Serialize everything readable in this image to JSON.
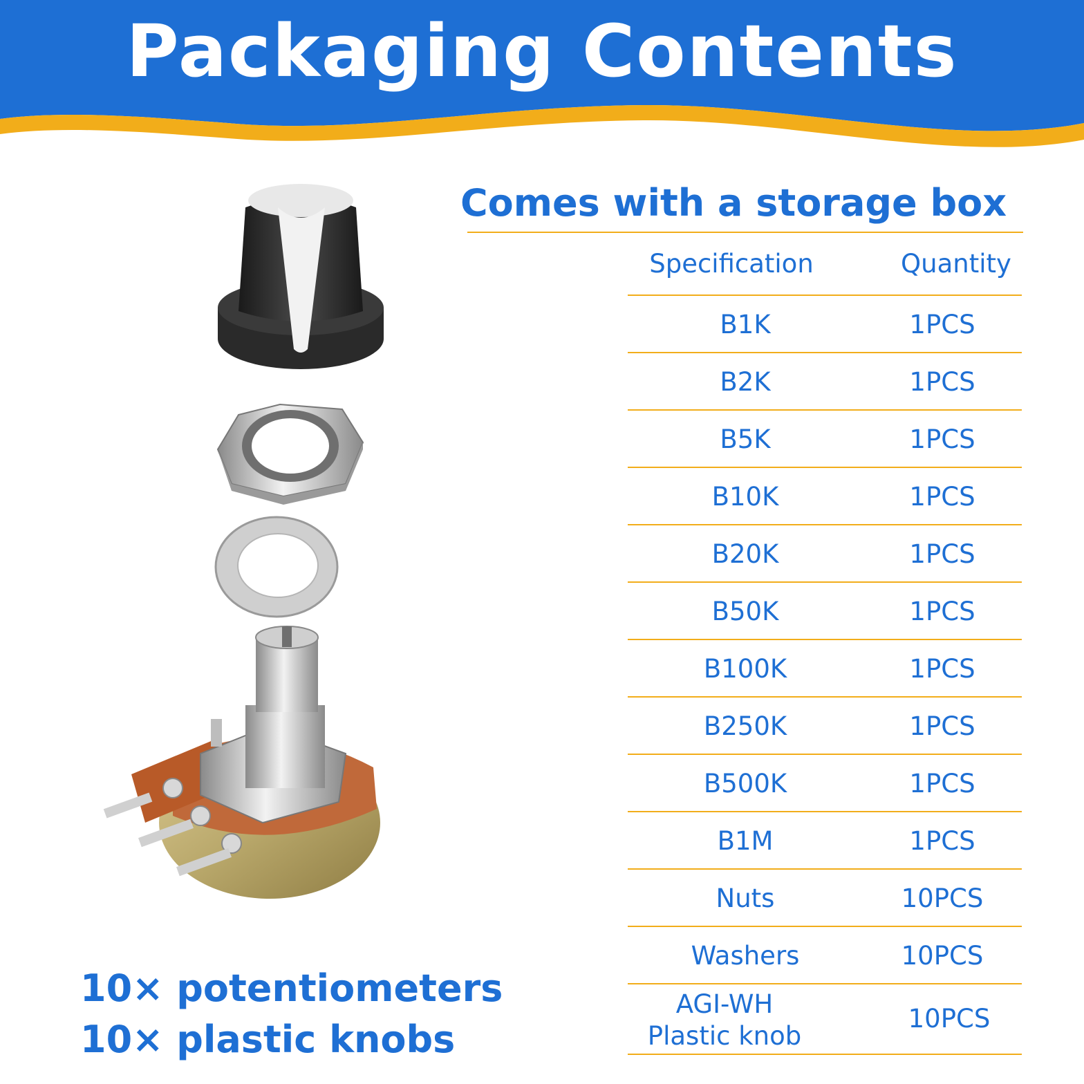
{
  "banner": {
    "title": "Packaging Contents",
    "bg_color": "#1e6fd4",
    "wave_color": "#f2ad1a"
  },
  "subtitle": "Comes with a storage box",
  "table": {
    "header": {
      "specification": "Specification",
      "quantity": "Quantity"
    },
    "rows": [
      {
        "spec": "B1K",
        "qty": "1PCS"
      },
      {
        "spec": "B2K",
        "qty": "1PCS"
      },
      {
        "spec": "B5K",
        "qty": "1PCS"
      },
      {
        "spec": "B10K",
        "qty": "1PCS"
      },
      {
        "spec": "B20K",
        "qty": "1PCS"
      },
      {
        "spec": "B50K",
        "qty": "1PCS"
      },
      {
        "spec": "B100K",
        "qty": "1PCS"
      },
      {
        "spec": "B250K",
        "qty": "1PCS"
      },
      {
        "spec": "B500K",
        "qty": "1PCS"
      },
      {
        "spec": "B1M",
        "qty": "1PCS"
      },
      {
        "spec": "Nuts",
        "qty": "10PCS"
      },
      {
        "spec": "Washers",
        "qty": "10PCS"
      }
    ],
    "last_row": {
      "spec_line1": "AGI-WH",
      "spec_line2": "Plastic knob",
      "qty": "10PCS"
    }
  },
  "captions": {
    "line1": "10× potentiometers",
    "line2": "10× plastic knobs"
  },
  "images": [
    "knob-icon",
    "nut-icon",
    "washer-icon",
    "potentiometer-icon"
  ]
}
